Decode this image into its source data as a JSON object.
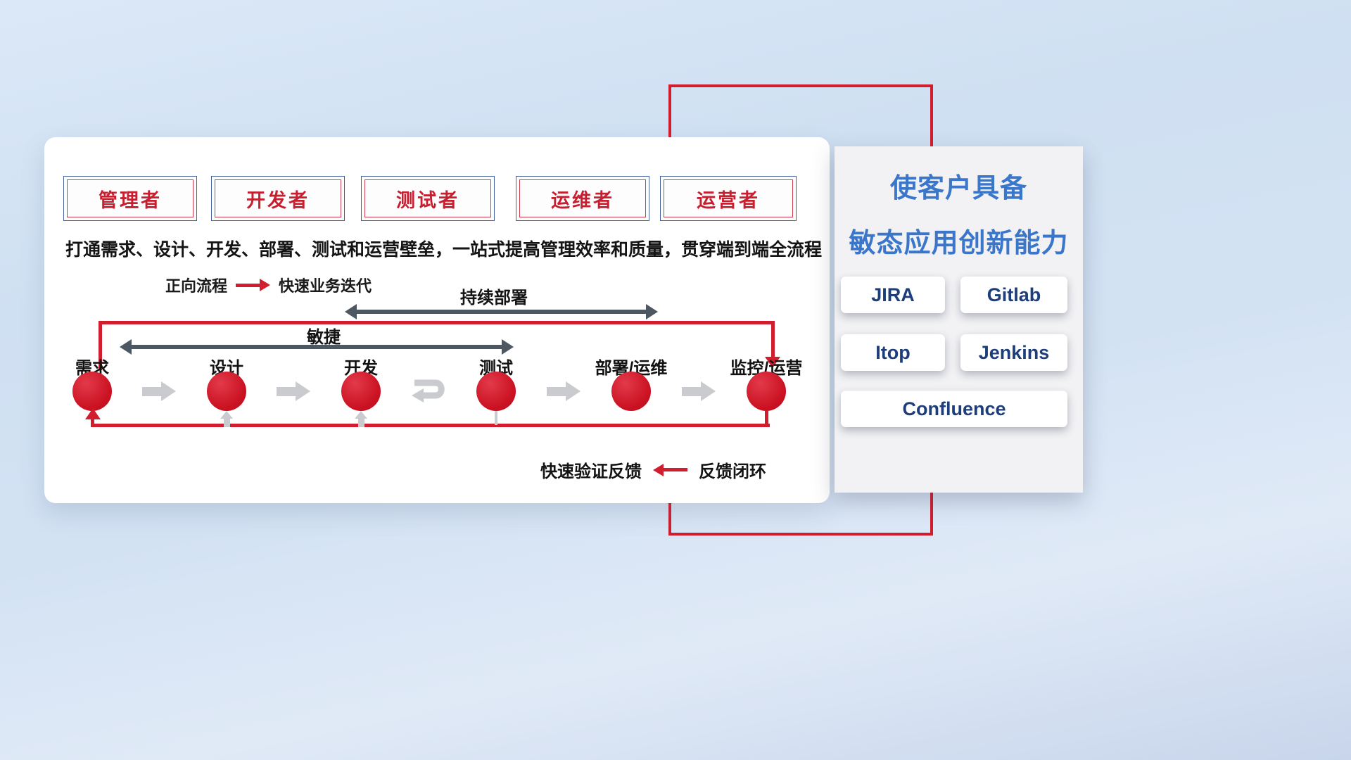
{
  "roles": [
    "管理者",
    "开发者",
    "测试者",
    "运维者",
    "运营者"
  ],
  "headline": "打通需求、设计、开发、部署、测试和运营壁垒，一站式提高管理效率和质量，贯穿端到端全流程",
  "legend": {
    "forward_label": "正向流程",
    "forward_desc": "快速业务迭代",
    "feedback_fast": "快速验证反馈",
    "feedback_loop": "反馈闭环"
  },
  "span_arrows": {
    "continuous_deployment": "持续部署",
    "agile": "敏捷"
  },
  "flow": {
    "nodes": [
      "需求",
      "设计",
      "开发",
      "测试",
      "部署/运维",
      "监控/运营"
    ]
  },
  "right_panel": {
    "title_line1": "使客户具备",
    "title_line2": "敏态应用创新能力",
    "tools": [
      "JIRA",
      "Gitlab",
      "Itop",
      "Jenkins",
      "Confluence"
    ]
  },
  "colors": {
    "accent_red": "#d01e2f",
    "title_blue": "#3a76c9",
    "tool_text": "#1d3e7a",
    "dark_arrow": "#4e5863",
    "gray_arrow": "#c9cbce"
  }
}
